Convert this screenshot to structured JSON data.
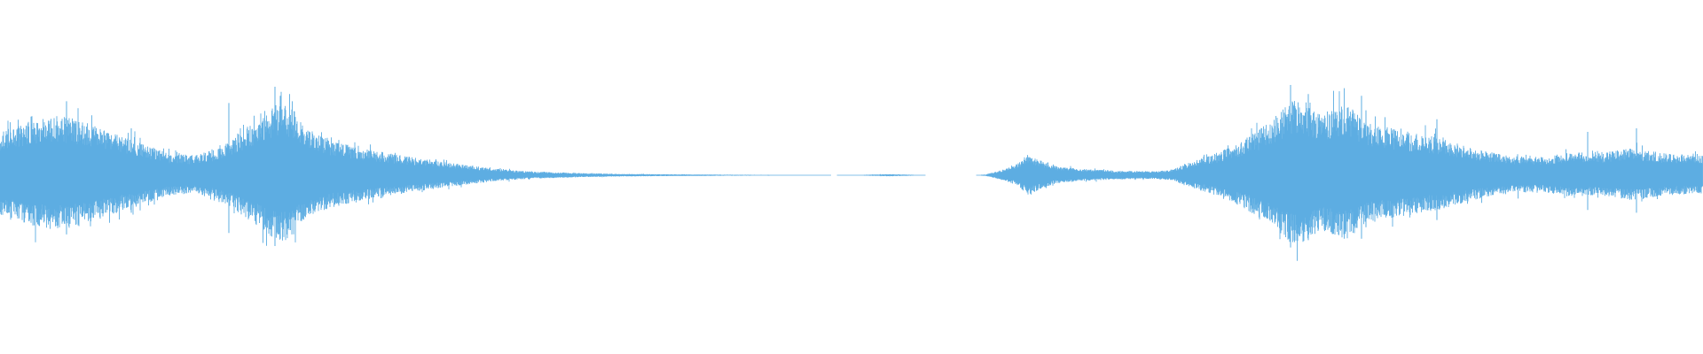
{
  "waveform": {
    "color": "#5dade2",
    "background": "#ffffff",
    "envelope_keypoints": [
      [
        0,
        0.48
      ],
      [
        20,
        0.55
      ],
      [
        40,
        0.62
      ],
      [
        60,
        0.66
      ],
      [
        80,
        0.64
      ],
      [
        100,
        0.58
      ],
      [
        120,
        0.5
      ],
      [
        140,
        0.42
      ],
      [
        160,
        0.36
      ],
      [
        190,
        0.24
      ],
      [
        220,
        0.22
      ],
      [
        240,
        0.28
      ],
      [
        260,
        0.38
      ],
      [
        280,
        0.55
      ],
      [
        300,
        0.7
      ],
      [
        315,
        0.82
      ],
      [
        330,
        0.74
      ],
      [
        345,
        0.52
      ],
      [
        370,
        0.4
      ],
      [
        400,
        0.32
      ],
      [
        440,
        0.24
      ],
      [
        480,
        0.18
      ],
      [
        520,
        0.12
      ],
      [
        560,
        0.07
      ],
      [
        600,
        0.04
      ],
      [
        650,
        0.025
      ],
      [
        700,
        0.015
      ],
      [
        760,
        0.01
      ],
      [
        820,
        0.006
      ],
      [
        870,
        0.004
      ],
      [
        920,
        0.003
      ],
      [
        940,
        0.0
      ],
      [
        970,
        0.004
      ],
      [
        1000,
        0.012
      ],
      [
        1020,
        0.008
      ],
      [
        1045,
        0.0
      ],
      [
        1100,
        0.0
      ],
      [
        1112,
        0.01
      ],
      [
        1130,
        0.06
      ],
      [
        1145,
        0.12
      ],
      [
        1160,
        0.24
      ],
      [
        1175,
        0.16
      ],
      [
        1190,
        0.1
      ],
      [
        1220,
        0.07
      ],
      [
        1260,
        0.05
      ],
      [
        1300,
        0.045
      ],
      [
        1320,
        0.06
      ],
      [
        1340,
        0.14
      ],
      [
        1370,
        0.24
      ],
      [
        1400,
        0.38
      ],
      [
        1430,
        0.58
      ],
      [
        1460,
        0.86
      ],
      [
        1490,
        0.7
      ],
      [
        1520,
        0.78
      ],
      [
        1540,
        0.58
      ],
      [
        1570,
        0.52
      ],
      [
        1600,
        0.46
      ],
      [
        1630,
        0.4
      ],
      [
        1660,
        0.3
      ],
      [
        1700,
        0.22
      ],
      [
        1740,
        0.2
      ],
      [
        1770,
        0.26
      ],
      [
        1800,
        0.24
      ],
      [
        1840,
        0.3
      ],
      [
        1880,
        0.24
      ],
      [
        1920,
        0.22
      ]
    ],
    "peak_spikes": [
      [
        75,
        0.82
      ],
      [
        148,
        0.52
      ],
      [
        258,
        0.8
      ],
      [
        310,
        0.98
      ],
      [
        316,
        0.88
      ],
      [
        1455,
        1.0
      ],
      [
        1475,
        0.9
      ],
      [
        1535,
        0.88
      ],
      [
        1540,
        0.72
      ],
      [
        1620,
        0.62
      ],
      [
        1790,
        0.48
      ],
      [
        1845,
        0.52
      ]
    ]
  }
}
